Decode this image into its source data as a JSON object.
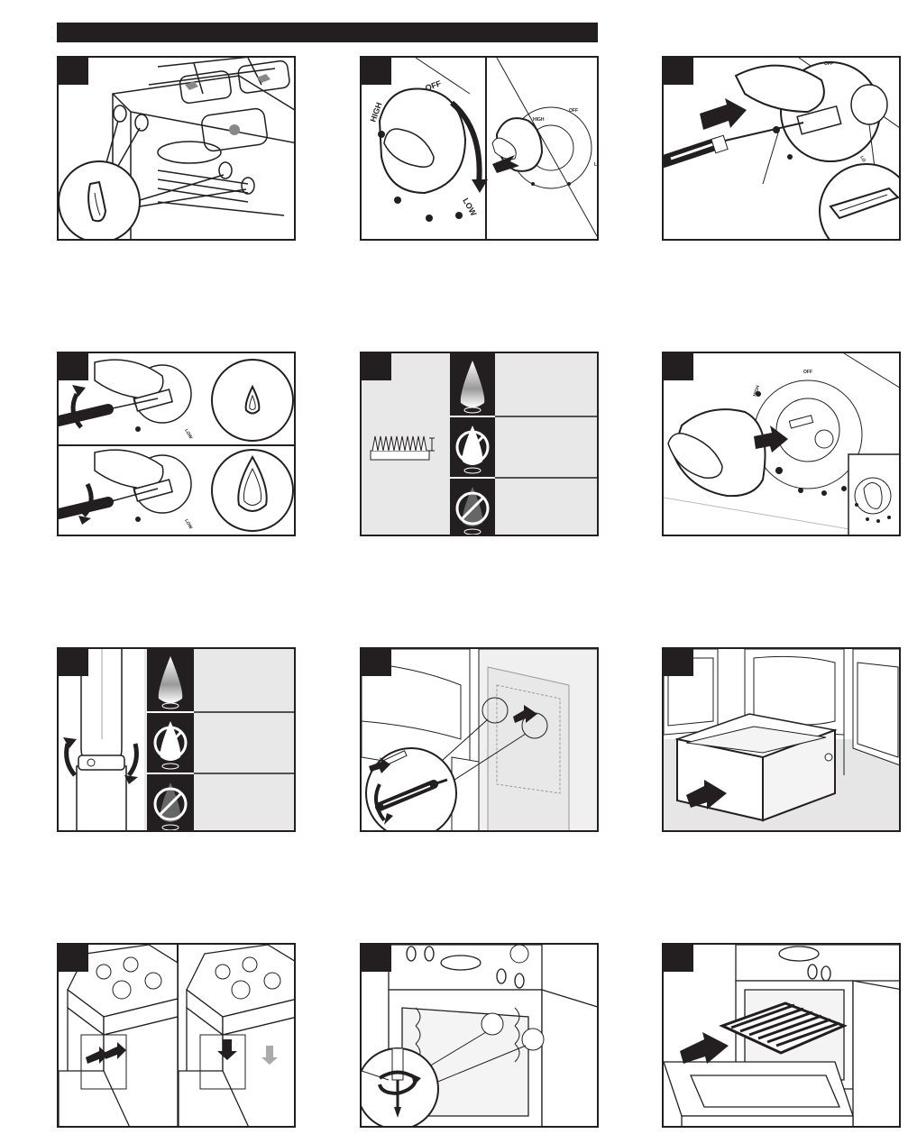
{
  "knob_labels": {
    "off": "OFF",
    "high": "HIGH",
    "low": "LOW",
    "low_partial": "LO"
  },
  "colors": {
    "ink": "#231f20",
    "panel_gray": "#e8e8e8",
    "floor_gray": "#e6e6e6",
    "flame_dark": "#1a1a1a"
  }
}
